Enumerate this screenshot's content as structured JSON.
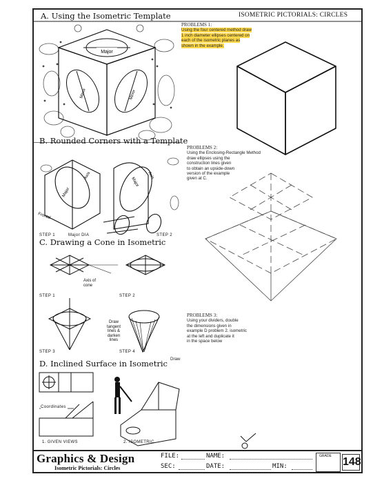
{
  "header": {
    "section_a": "A. Using the Isometric Template",
    "right_title": "ISOMETRIC PICTORIALS: CIRCLES"
  },
  "problem1": {
    "heading": "PROBLEMS 1:",
    "lines": [
      "Using the four centered method draw",
      "1 inch diameter ellipses centered on",
      "each of the isometric planes as",
      "shown in the example."
    ]
  },
  "section_a_labels": {
    "major": "Major",
    "minor": "Minor"
  },
  "section_b": {
    "title": "B. Rounded Corners with a Template",
    "axis": "Axis",
    "major": "Major",
    "frontal": "Frontal",
    "step1": "STEP  1",
    "major_dia": "Major DIA",
    "step2": "STEP  2"
  },
  "problem2": {
    "heading": "PROBLEMS 2:",
    "lines": [
      "Using the Enclosing-Rectangle Method",
      "draw ellipses using the",
      "construction lines given",
      "to obtain an upside-down",
      "version of the example",
      "given at C."
    ]
  },
  "section_c": {
    "title": "C. Drawing a Cone in Isometric",
    "axis_label": [
      "Axis of",
      "cone"
    ],
    "step1": "STEP  1",
    "step2": "STEP  2",
    "step3": "STEP  3",
    "step4": "STEP  4",
    "draw_label": [
      "Draw",
      "tangent",
      "lines &",
      "darken",
      "lines"
    ]
  },
  "problem3": {
    "heading": "PROBLEMS 3:",
    "lines": [
      "Using your dividers, double",
      "the dimensions given in",
      "example D problem 2. isometric",
      "at the left and duplicate it",
      "in the space below"
    ],
    "draw": "Draw"
  },
  "section_d": {
    "title": "D. Inclined Surface in Isometric",
    "coordinates": "Coordinates",
    "given": "1. GIVEN VIEWS",
    "iso": "2. ISOMETRIC"
  },
  "footer": {
    "brand": "Graphics & Design",
    "subtitle": "Isometric Pictorials: Circles",
    "file": "FILE:",
    "name": "NAME:",
    "sec": "SEC:",
    "date": "DATE:",
    "min": "MIN:",
    "grade": "GRADE",
    "page": "148"
  }
}
